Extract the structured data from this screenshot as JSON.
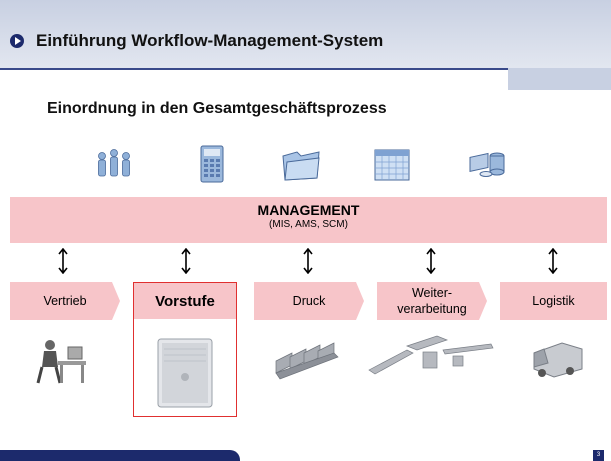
{
  "header": {
    "title": "Einführung Workflow-Management-System"
  },
  "subtitle": "Einordnung in den Gesamtgeschäftsprozess",
  "top_icons": [
    "people-icon",
    "calculator-icon",
    "folder-icon",
    "calendar-icon",
    "server-database-icon"
  ],
  "management": {
    "title": "MANAGEMENT",
    "subtitle": "(MIS, AMS, SCM)"
  },
  "stages": [
    {
      "label": "Vertrieb",
      "picture": "sales-desk-person-icon"
    },
    {
      "label": "Vorstufe",
      "picture": "computer-tower-icon",
      "highlighted": true
    },
    {
      "label": "Druck",
      "picture": "printing-press-icon"
    },
    {
      "label": "Weiter-\nverarbeitung",
      "picture": "finishing-line-icon"
    },
    {
      "label": "Logistik",
      "picture": "delivery-truck-icon"
    }
  ],
  "colors": {
    "pink": "#f7c5c9",
    "navy": "#1c2a6c",
    "highlight_border": "#e03030"
  },
  "page_number": "3"
}
